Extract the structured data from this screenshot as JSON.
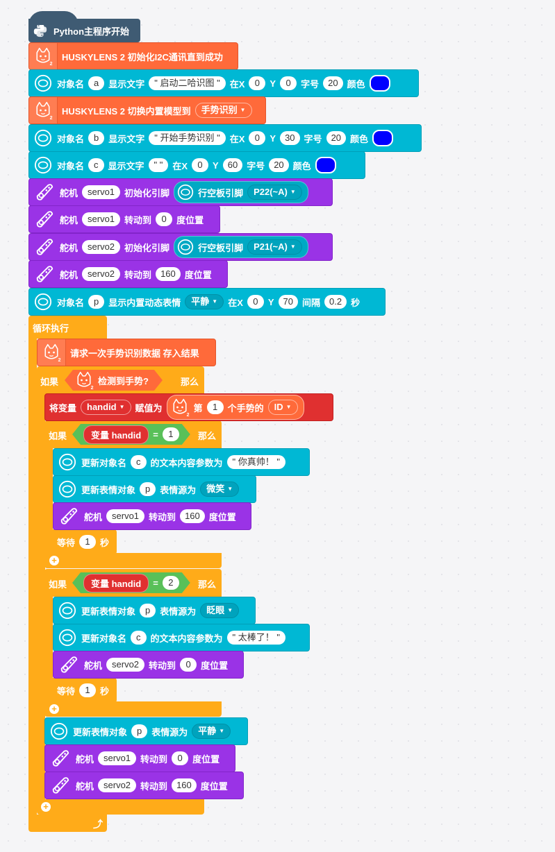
{
  "colors": {
    "orange": "#ff6a3a",
    "cyan": "#00b8d4",
    "purple": "#9a33e6",
    "red": "#e03030",
    "yellow": "#ffab19",
    "green": "#59c059",
    "slate": "#3f5b73",
    "blue": "#0000ff"
  },
  "start": {
    "label": "Python主程序开始"
  },
  "init_i2c": {
    "label": "HUSKYLENS 2 初始化I2C通讯直到成功"
  },
  "obj_a": {
    "k1": "对象名",
    "name": "a",
    "k2": "显示文字",
    "text": "\" 启动二哈识图 \"",
    "kx": "在X",
    "x": "0",
    "ky": "Y",
    "y": "0",
    "ks": "字号",
    "size": "20",
    "kc": "颜色"
  },
  "switch_model": {
    "label": "HUSKYLENS 2 切换内置模型到",
    "model": "手势识别"
  },
  "obj_b": {
    "k1": "对象名",
    "name": "b",
    "k2": "显示文字",
    "text": "\" 开始手势识别 \"",
    "kx": "在X",
    "x": "0",
    "ky": "Y",
    "y": "30",
    "ks": "字号",
    "size": "20",
    "kc": "颜色"
  },
  "obj_c": {
    "k1": "对象名",
    "name": "c",
    "k2": "显示文字",
    "text": "\"  \"",
    "kx": "在X",
    "x": "0",
    "ky": "Y",
    "y": "60",
    "ks": "字号",
    "size": "20",
    "kc": "颜色"
  },
  "servo1_init": {
    "k1": "舵机",
    "name": "servo1",
    "k2": "初始化引脚",
    "sub": "行空板引脚",
    "pin": "P22(~A)"
  },
  "servo1_to0": {
    "k1": "舵机",
    "name": "servo1",
    "k2": "转动到",
    "deg": "0",
    "k3": "度位置"
  },
  "servo2_init": {
    "k1": "舵机",
    "name": "servo2",
    "k2": "初始化引脚",
    "sub": "行空板引脚",
    "pin": "P21(~A)"
  },
  "servo2_to160": {
    "k1": "舵机",
    "name": "servo2",
    "k2": "转动到",
    "deg": "160",
    "k3": "度位置"
  },
  "obj_p": {
    "k1": "对象名",
    "name": "p",
    "k2": "显示内置动态表情",
    "emo": "平静",
    "kx": "在X",
    "x": "0",
    "ky": "Y",
    "y": "70",
    "ki": "间隔",
    "interval": "0.2",
    "ku": "秒"
  },
  "loop": {
    "label": "循环执行"
  },
  "request": {
    "label": "请求一次手势识别数据 存入结果"
  },
  "if1": {
    "k_if": "如果",
    "cond": "检测到手势?",
    "k_then": "那么"
  },
  "setvar": {
    "k1": "将变量",
    "var": "handid",
    "k2": "赋值为",
    "k3": "第",
    "idx": "1",
    "k4": "个手势的",
    "field": "ID"
  },
  "if2": {
    "k_if": "如果",
    "var": "变量 handid",
    "eq": "=",
    "val": "1",
    "k_then": "那么"
  },
  "upd_c1": {
    "k1": "更新对象名",
    "name": "c",
    "k2": "的文本内容参数为",
    "text": "\" 你真帅！ \""
  },
  "upd_p1": {
    "k1": "更新表情对象",
    "name": "p",
    "k2": "表情源为",
    "emo": "微笑"
  },
  "servo1_160": {
    "k1": "舵机",
    "name": "servo1",
    "k2": "转动到",
    "deg": "160",
    "k3": "度位置"
  },
  "wait1": {
    "k1": "等待",
    "val": "1",
    "k2": "秒"
  },
  "if3": {
    "k_if": "如果",
    "var": "变量 handid",
    "eq": "=",
    "val": "2",
    "k_then": "那么"
  },
  "upd_p2": {
    "k1": "更新表情对象",
    "name": "p",
    "k2": "表情源为",
    "emo": "眨眼"
  },
  "upd_c2": {
    "k1": "更新对象名",
    "name": "c",
    "k2": "的文本内容参数为",
    "text": "\" 太棒了！ \""
  },
  "servo2_0": {
    "k1": "舵机",
    "name": "servo2",
    "k2": "转动到",
    "deg": "0",
    "k3": "度位置"
  },
  "wait2": {
    "k1": "等待",
    "val": "1",
    "k2": "秒"
  },
  "upd_p3": {
    "k1": "更新表情对象",
    "name": "p",
    "k2": "表情源为",
    "emo": "平静"
  },
  "servo1_0b": {
    "k1": "舵机",
    "name": "servo1",
    "k2": "转动到",
    "deg": "0",
    "k3": "度位置"
  },
  "servo2_160b": {
    "k1": "舵机",
    "name": "servo2",
    "k2": "转动到",
    "deg": "160",
    "k3": "度位置"
  }
}
